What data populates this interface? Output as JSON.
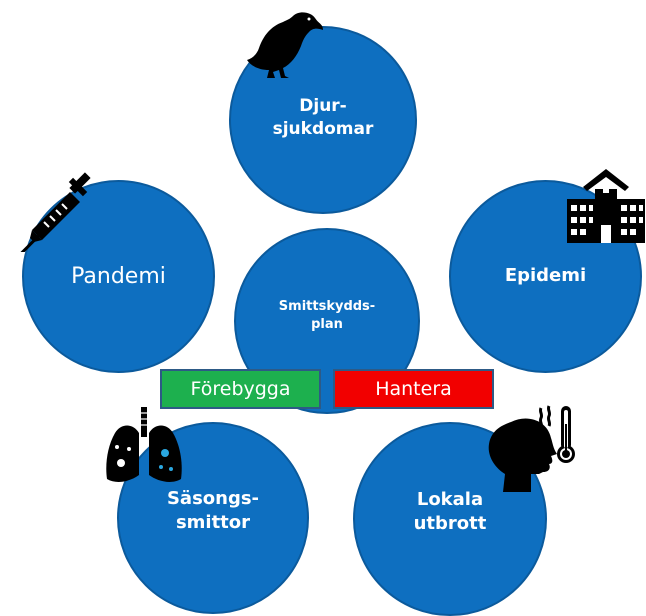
{
  "diagram": {
    "center_label": "Smittskydds-\nplan",
    "circles": {
      "djur": "Djur-\nsjukdomar",
      "pandemi": "Pandemi",
      "epidemi": "Epidemi",
      "sasong": "Säsongs-\nsmittor",
      "lokala": "Lokala\nutbrott"
    },
    "actions": {
      "prevent": "Förebygga",
      "handle": "Hantera"
    }
  },
  "colors": {
    "circle_fill": "#0e6fc0",
    "prevent_fill": "#1db04e",
    "handle_fill": "#f20000",
    "icon_color": "#000000"
  },
  "icons": [
    "vulture-icon",
    "syringe-icon",
    "hospital-icon",
    "lungs-icon",
    "fever-head-icon"
  ]
}
